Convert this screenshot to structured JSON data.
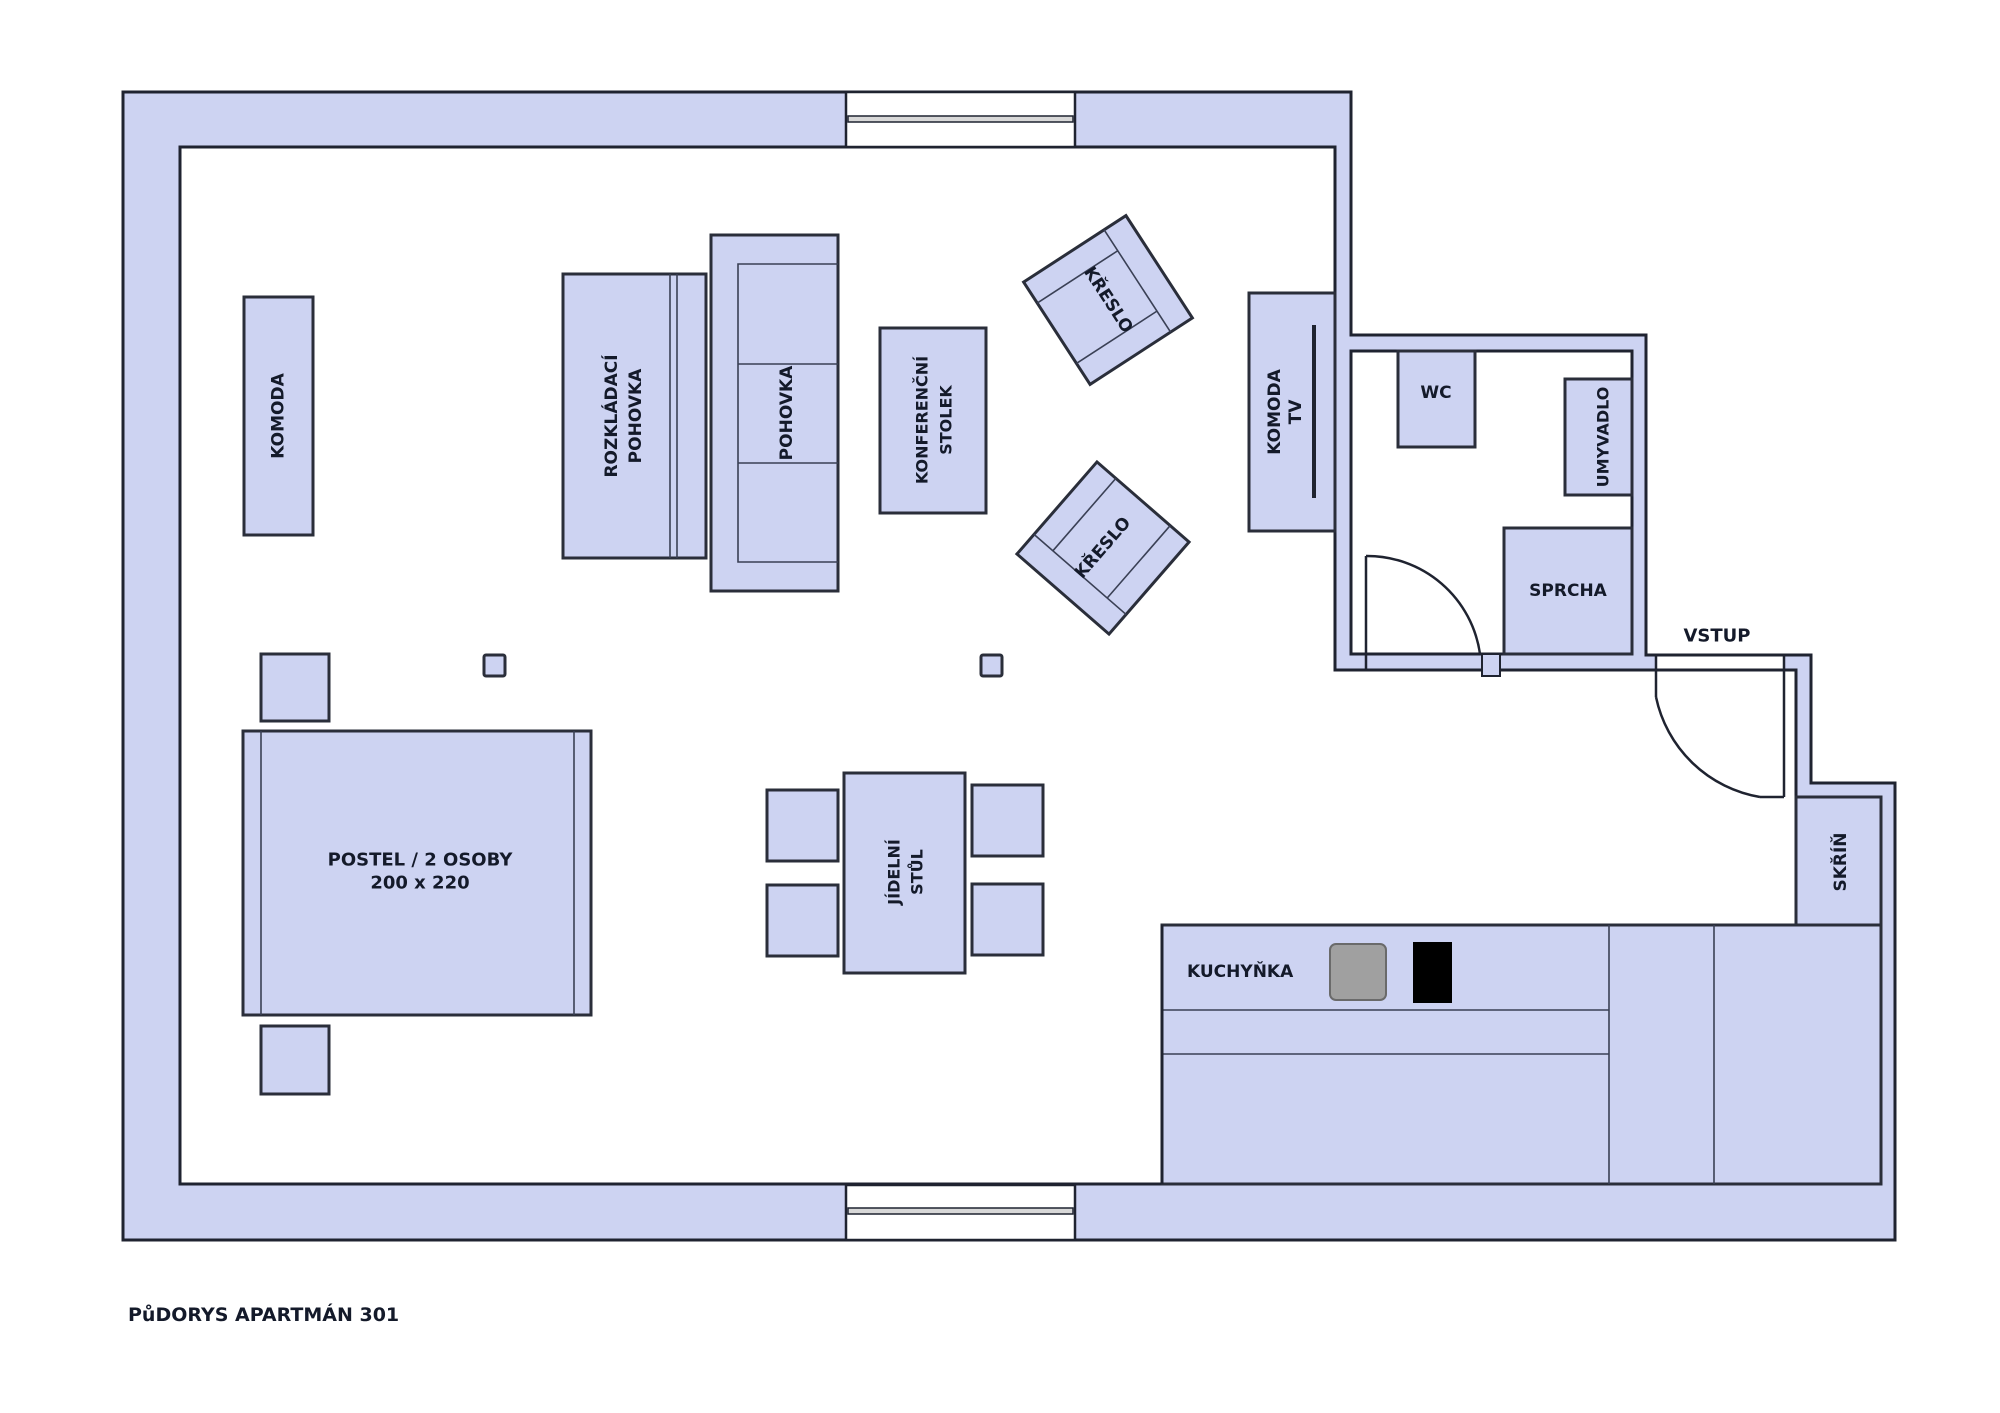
{
  "plan": {
    "title": "PůDORYS APARTMÁN 301",
    "colors": {
      "wall_fill": "#CDD3F2",
      "furniture_fill": "#CDD3F2",
      "outline": "#1f2330",
      "stove": "#A0A0A0",
      "fridge": "#000000"
    },
    "rooms": {
      "main_room": "",
      "bathroom": "",
      "entrance_label": "VSTUP",
      "kitchen_label": "KUCHYŇKA"
    },
    "furniture": {
      "komoda": "KOMODA",
      "sofa_bed_line1": "ROZKLÁDACÍ",
      "sofa_bed_line2": "POHOVKA",
      "sofa": "POHOVKA",
      "coffee_table_line1": "KONFERENČNÍ",
      "coffee_table_line2": "STOLEK",
      "armchair_1": "KŘESLO",
      "armchair_2": "KŘESLO",
      "tv_stand_line1": "KOMODA",
      "tv_stand_line2": "TV",
      "bed_line1": "POSTEL / 2 OSOBY",
      "bed_line2": "200 x 220",
      "dining_table_line1": "JÍDELNÍ",
      "dining_table_line2": "STŮL",
      "wardrobe": "SKŘÍŇ"
    },
    "bathroom_fixtures": {
      "wc": "WC",
      "sink": "UMYVADLO",
      "shower": "SPRCHA"
    }
  }
}
